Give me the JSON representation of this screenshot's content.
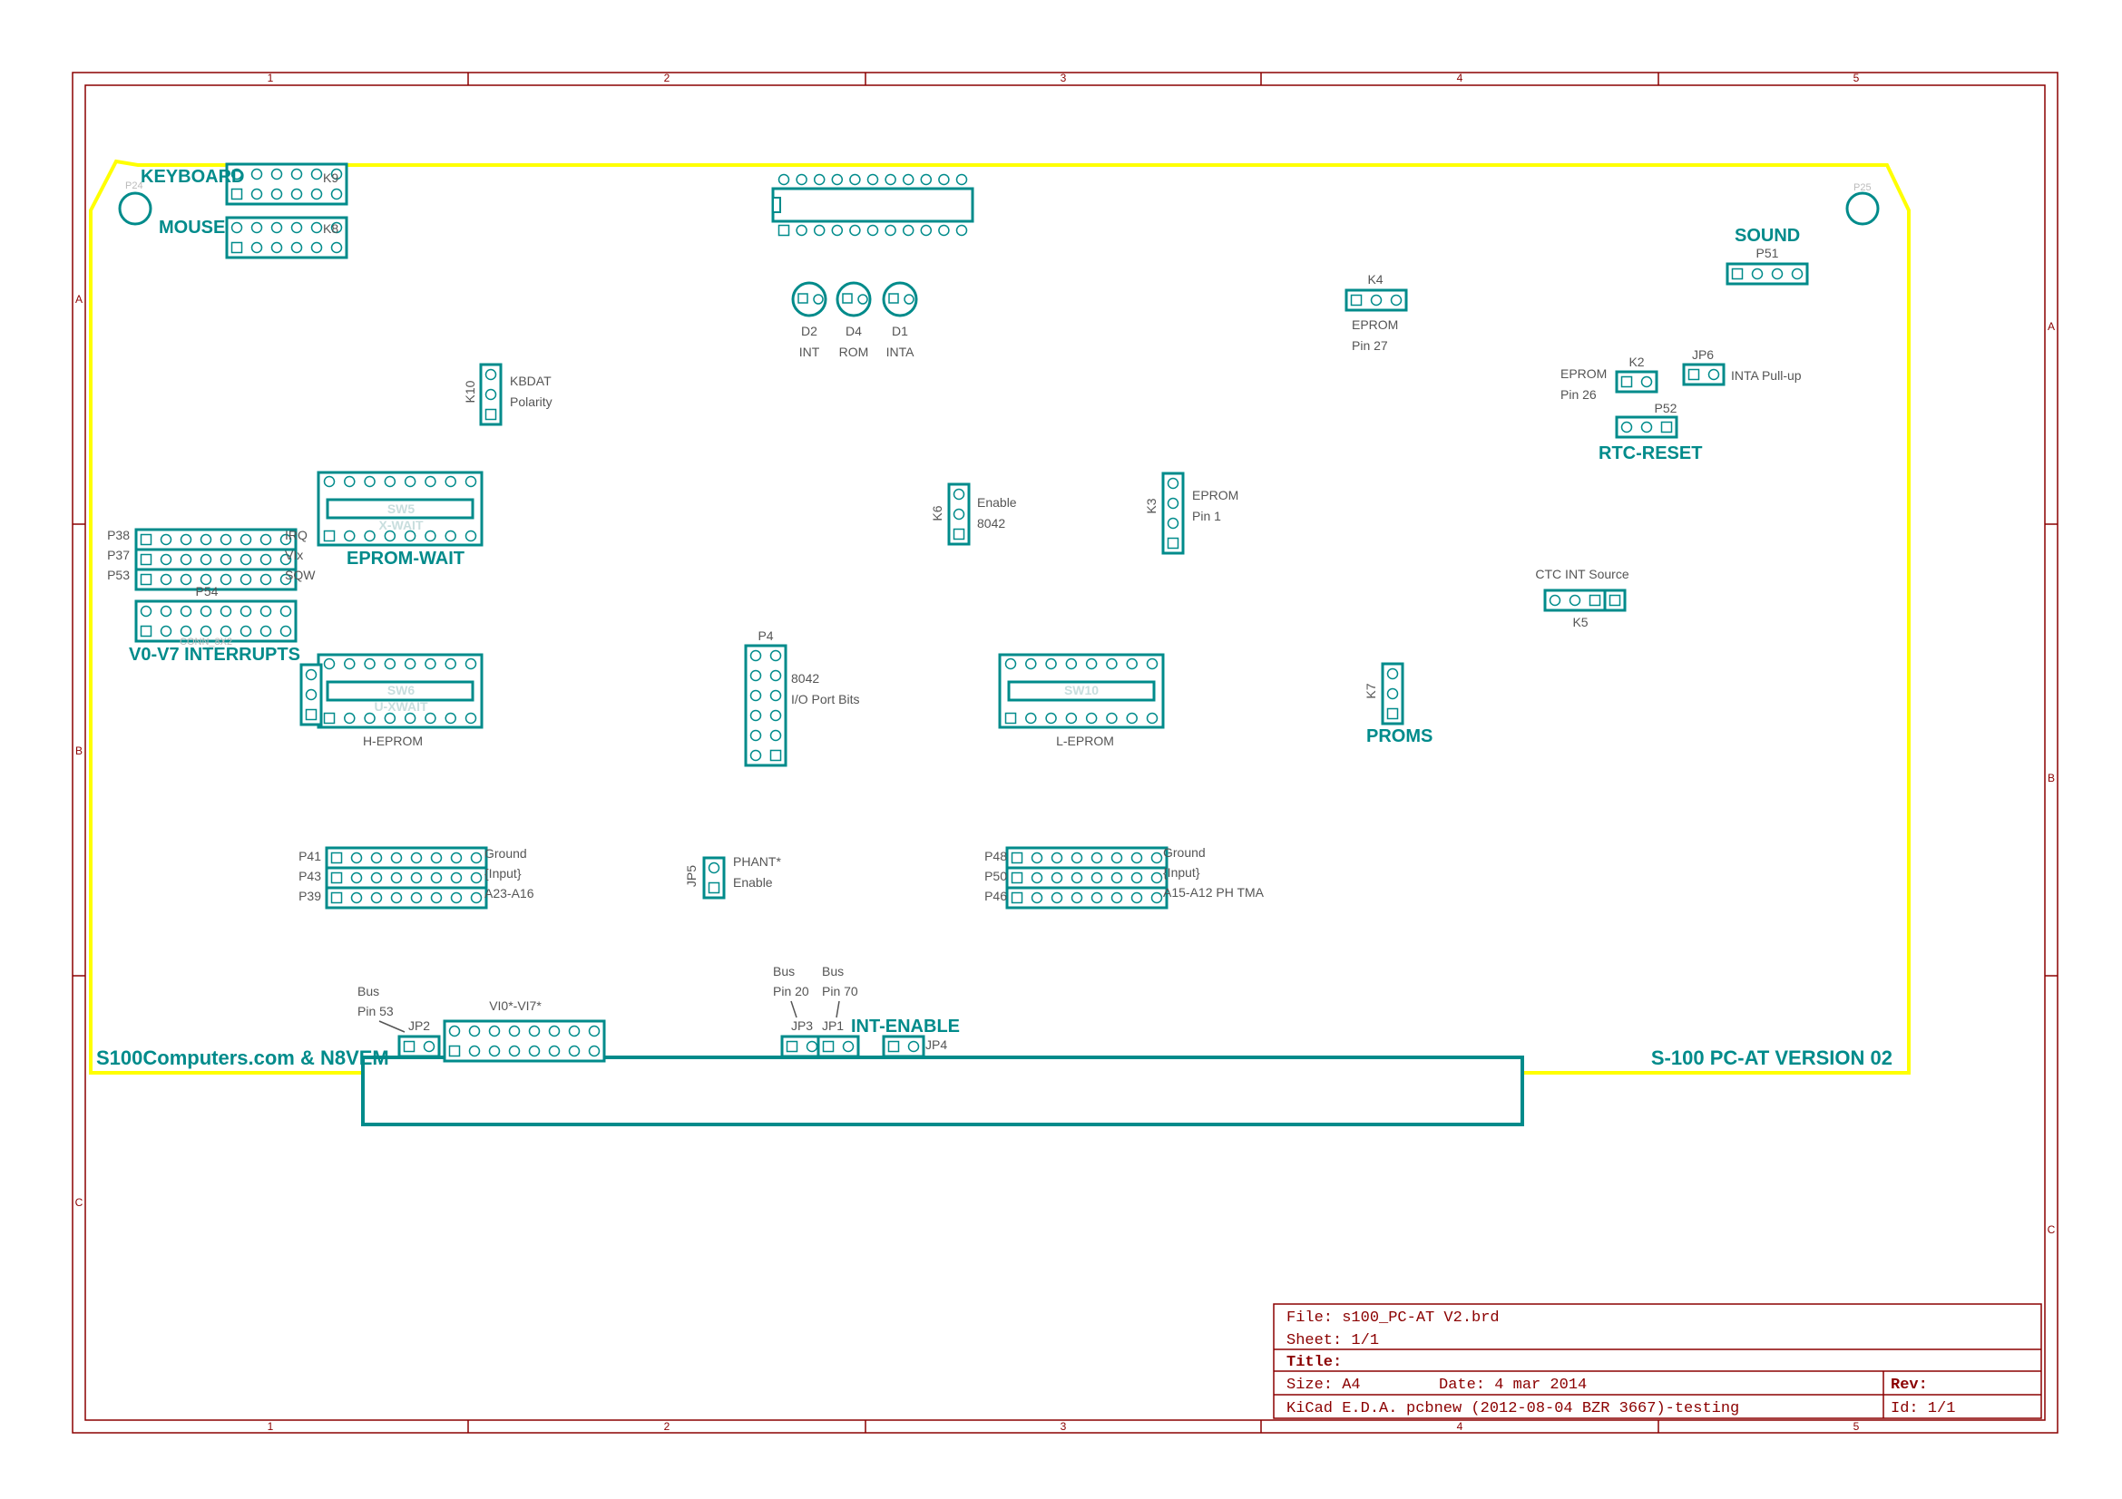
{
  "colors": {
    "frame": "#8b0000",
    "outline": "#ffff00",
    "copper": "#008b8b",
    "text": "#555555"
  },
  "frame": {
    "cols": [
      "1",
      "2",
      "3",
      "4",
      "5"
    ],
    "rows": [
      "A",
      "B",
      "C"
    ]
  },
  "titles": {
    "keyboard": "KEYBOARD",
    "mouse": "MOUSE",
    "sound": "SOUND",
    "eprom_wait": "EPROM-WAIT",
    "interrupts": "V0-V7 INTERRUPTS",
    "rtc_reset": "RTC-RESET",
    "proms": "PROMS",
    "int_enable": "INT-ENABLE",
    "left_credit": "S100Computers.com & N8VEM",
    "right_credit": "S-100 PC-AT VERSION 02"
  },
  "refs": {
    "k9": "K9",
    "k8": "K8",
    "p24": "P24",
    "p25": "P25",
    "d2": "D2",
    "d4": "D4",
    "d1": "D1",
    "k4": "K4",
    "p51": "P51",
    "k2": "K2",
    "jp6": "JP6",
    "p52": "P52",
    "k10": "K10",
    "k6": "K6",
    "k3": "K3",
    "sw5": "SW5",
    "sw6": "SW6",
    "sw10": "SW10",
    "p38": "P38",
    "p37": "P37",
    "p53": "P53",
    "p54": "P54",
    "p4": "P4",
    "k7": "K7",
    "k5": "K5",
    "p41": "P41",
    "p43": "P43",
    "p39": "P39",
    "p48": "P48",
    "p50": "P50",
    "p46": "P46",
    "jp5": "JP5",
    "jp2": "JP2",
    "jp3": "JP3",
    "jp1": "JP1",
    "jp4": "JP4"
  },
  "labels": {
    "d2_sub": "INT",
    "d4_sub": "ROM",
    "d1_sub": "INTA",
    "k4_l1": "EPROM",
    "k4_l2": "Pin 27",
    "k2_l1": "EPROM",
    "k2_l2": "Pin 26",
    "jp6_l": "INTA Pull-up",
    "k10_l1": "KBDAT",
    "k10_l2": "Polarity",
    "k6_l1": "Enable",
    "k6_l2": "8042",
    "k3_l1": "EPROM",
    "k3_l2": "Pin 1",
    "ctc": "CTC INT Source",
    "irq": "IRQ",
    "vlx": "VIx",
    "sqw": "SQW",
    "conn": "CONN_8X2",
    "p4_l1": "8042",
    "p4_l2": "I/O Port Bits",
    "h_eprom": "H-EPROM",
    "l_eprom": "L-EPROM",
    "x_wait": "X-WAIT",
    "u_xwait": "U-XWAIT",
    "g1_l1": "Ground",
    "g1_l2": "{Input}",
    "g1_l3": "A23-A16",
    "g2_l1": "Ground",
    "g2_l2": "{Input}",
    "g2_l3": "A15-A12 PH TMA",
    "jp5_l1": "PHANT*",
    "jp5_l2": "Enable",
    "bus53_l1": "Bus",
    "bus53_l2": "Pin 53",
    "vi": "VI0*-VI7*",
    "bus20_l1": "Bus",
    "bus20_l2": "Pin 20",
    "bus70_l1": "Bus",
    "bus70_l2": "Pin 70"
  },
  "title_block": {
    "file": "File: s100_PC-AT V2.brd",
    "sheet": "Sheet: 1/1",
    "title": "Title:",
    "size": "Size: A4",
    "date": "Date: 4 mar 2014",
    "rev": "Rev:",
    "kicad": "KiCad E.D.A.",
    "pcbnew": "pcbnew (2012-08-04 BZR 3667)-testing",
    "id": "Id: 1/1"
  }
}
